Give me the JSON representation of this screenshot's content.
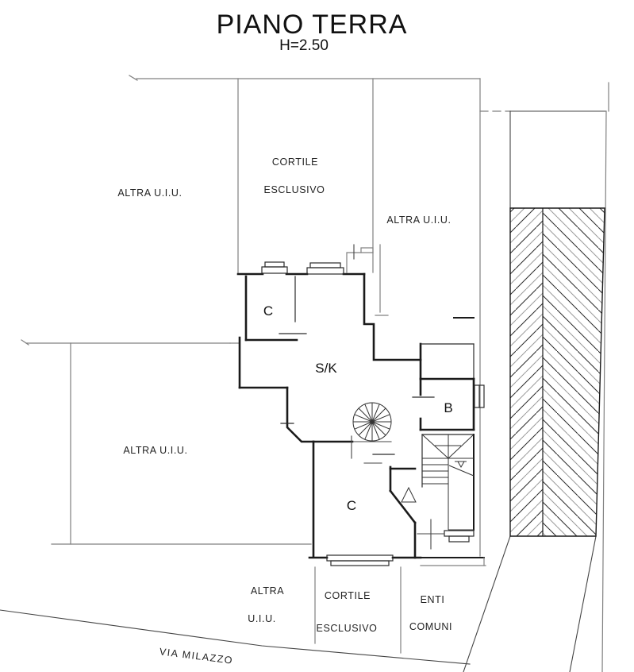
{
  "title": "PIANO TERRA",
  "height_label": "H=2.50",
  "street": {
    "name": "VIA MILAZZO"
  },
  "rooms": {
    "altra_top_left": "ALTRA U.I.U.",
    "cortile_top_line1": "CORTILE",
    "cortile_top_line2": "ESCLUSIVO",
    "altra_top_right": "ALTRA U.I.U.",
    "c_upper": "C",
    "sk": "S/K",
    "b": "B",
    "altra_left": "ALTRA U.I.U.",
    "c_lower": "C",
    "altra_bottom_line1": "ALTRA",
    "altra_bottom_line2": "U.I.U.",
    "cortile_bottom_line1": "CORTILE",
    "cortile_bottom_line2": "ESCLUSIVO",
    "enti_line1": "ENTI",
    "enti_line2": "COMUNI"
  },
  "symbols": {
    "spiral_stair": "spiral-staircase",
    "stair": "staircase-with-landing",
    "hatch": "herringbone-hatched-strip",
    "windows": "double-line-window-symbols"
  },
  "colors": {
    "background": "#ffffff",
    "wall": "#1a1a1a",
    "boundary": "#808080",
    "hatch_dark": "#2a2a2a",
    "hatch_light": "#9a9a9a",
    "text": "#1a1a1a"
  }
}
